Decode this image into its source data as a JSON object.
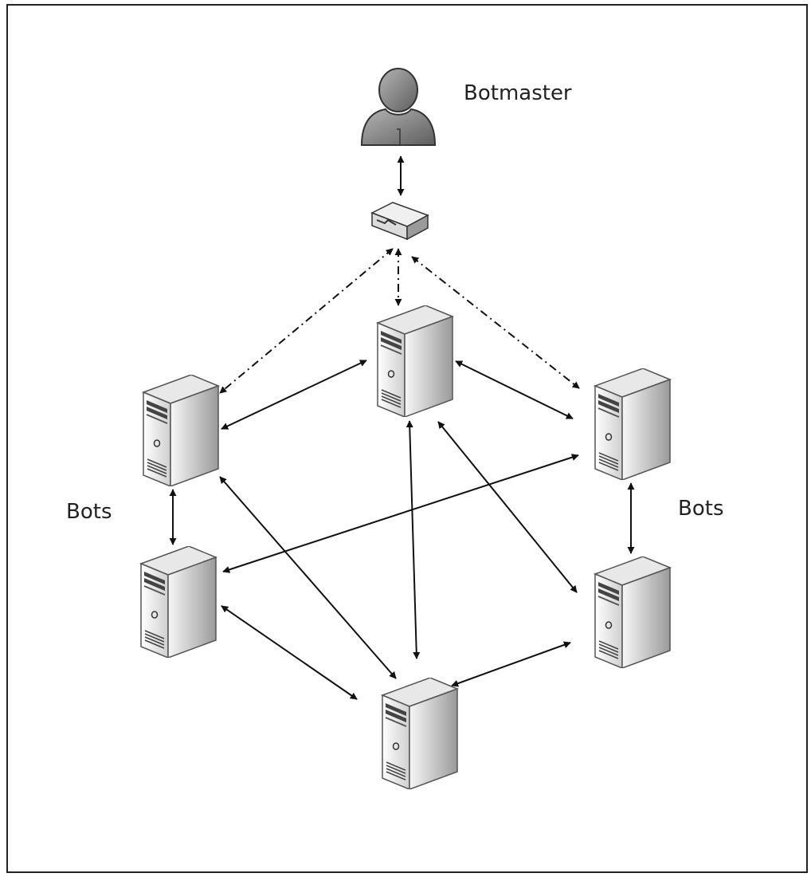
{
  "labels": {
    "botmaster": "Botmaster",
    "bots_left": "Bots",
    "bots_right": "Bots"
  },
  "nodes": {
    "botmaster": {
      "type": "person",
      "icon": "person-icon"
    },
    "router": {
      "type": "router",
      "icon": "router-icon"
    },
    "bots": [
      {
        "id": "bot-top",
        "icon": "server-icon"
      },
      {
        "id": "bot-upper-left",
        "icon": "server-icon"
      },
      {
        "id": "bot-upper-right",
        "icon": "server-icon"
      },
      {
        "id": "bot-lower-left",
        "icon": "server-icon"
      },
      {
        "id": "bot-lower-right",
        "icon": "server-icon"
      },
      {
        "id": "bot-bottom",
        "icon": "server-icon"
      }
    ]
  },
  "connections": [
    {
      "from": "botmaster",
      "to": "router",
      "style": "solid"
    },
    {
      "from": "router",
      "to": "bot-top",
      "style": "dash-dot"
    },
    {
      "from": "router",
      "to": "bot-upper-left",
      "style": "dash-dot"
    },
    {
      "from": "router",
      "to": "bot-upper-right",
      "style": "dash-dot"
    },
    {
      "from": "bot-top",
      "to": "bot-upper-left",
      "style": "solid"
    },
    {
      "from": "bot-top",
      "to": "bot-upper-right",
      "style": "solid"
    },
    {
      "from": "bot-top",
      "to": "bot-bottom",
      "style": "solid"
    },
    {
      "from": "bot-top",
      "to": "bot-lower-right",
      "style": "solid"
    },
    {
      "from": "bot-upper-left",
      "to": "bot-lower-left",
      "style": "solid"
    },
    {
      "from": "bot-upper-left",
      "to": "bot-bottom",
      "style": "solid"
    },
    {
      "from": "bot-upper-right",
      "to": "bot-lower-left",
      "style": "solid"
    },
    {
      "from": "bot-upper-right",
      "to": "bot-lower-right",
      "style": "solid"
    },
    {
      "from": "bot-lower-left",
      "to": "bot-bottom",
      "style": "solid"
    },
    {
      "from": "bot-lower-right",
      "to": "bot-bottom",
      "style": "solid"
    }
  ],
  "colors": {
    "line": "#111111",
    "server_light": "#f4f4f4",
    "server_mid": "#c9c9c9",
    "server_dark": "#8e8e8e",
    "person": "#8a8a8a"
  }
}
